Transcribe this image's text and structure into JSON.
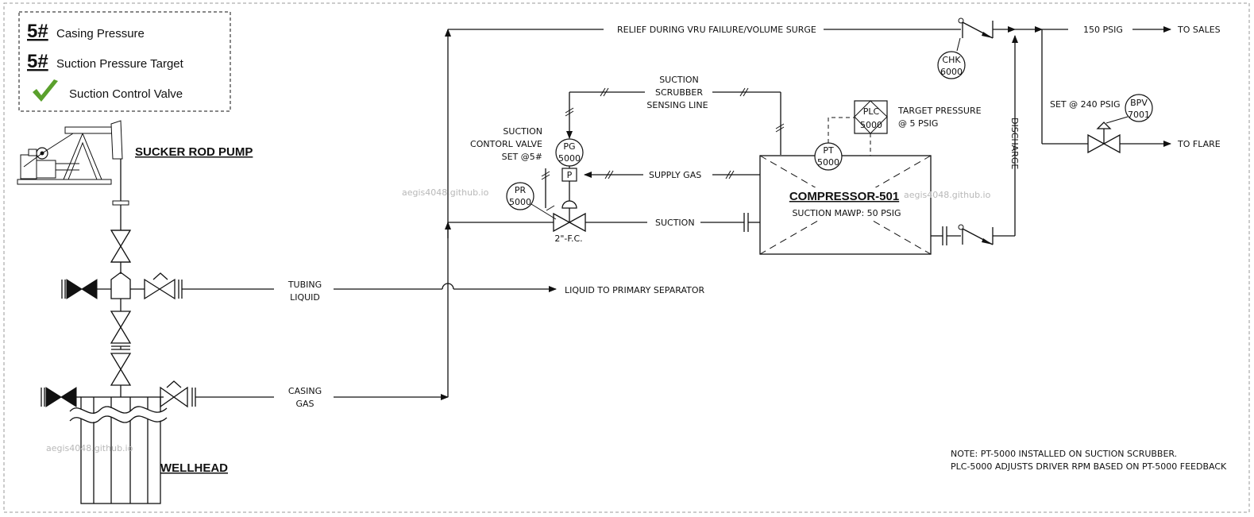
{
  "legend": {
    "casing_pressure_value": "5#",
    "casing_pressure_label": "Casing Pressure",
    "suction_target_value": "5#",
    "suction_target_label": "Suction Pressure Target",
    "control_valve_label": "Suction Control Valve",
    "check_color": "#5aa02c"
  },
  "equipment": {
    "sucker_rod_pump": "SUCKER ROD PUMP",
    "wellhead": "WELLHEAD",
    "compressor_name": "COMPRESSOR-501",
    "compressor_mawp": "SUCTION MAWP: 50 PSIG"
  },
  "lines": {
    "tubing_liquid_1": "TUBING",
    "tubing_liquid_2": "LIQUID",
    "casing_gas_1": "CASING",
    "casing_gas_2": "GAS",
    "liquid_to_separator": "LIQUID TO PRIMARY SEPARATOR",
    "relief": "RELIEF DURING VRU FAILURE/VOLUME SURGE",
    "scrubber_1": "SUCTION",
    "scrubber_2": "SCRUBBER",
    "scrubber_3": "SENSING LINE",
    "supply_gas": "SUPPLY GAS",
    "suction": "SUCTION",
    "discharge": "DISCHARGE",
    "psig_150": "150 PSIG",
    "to_sales": "TO SALES",
    "to_flare": "TO FLARE",
    "set_240": "SET @ 240 PSIG",
    "valve_size": "2\"-F.C."
  },
  "control_valve_label": {
    "line1": "SUCTION",
    "line2": "CONTORL VALVE",
    "line3": "SET @5#"
  },
  "target_pressure": {
    "line1": "TARGET PRESSURE",
    "line2": "@ 5 PSIG"
  },
  "instruments": {
    "pg_tag": "PG",
    "pg_num": "5000",
    "pr_tag": "PR",
    "pr_num": "5000",
    "pt_tag": "PT",
    "pt_num": "5000",
    "plc_tag": "PLC",
    "plc_num": "5000",
    "chk_tag": "CHK",
    "chk_num": "6000",
    "bpv_tag": "BPV",
    "bpv_num": "7001",
    "p_box": "P"
  },
  "note": {
    "line1": "NOTE: PT-5000 INSTALLED ON SUCTION SCRUBBER.",
    "line2": "PLC-5000 ADJUSTS DRIVER RPM BASED ON PT-5000 FEEDBACK"
  },
  "watermark": "aegis4048.github.io"
}
